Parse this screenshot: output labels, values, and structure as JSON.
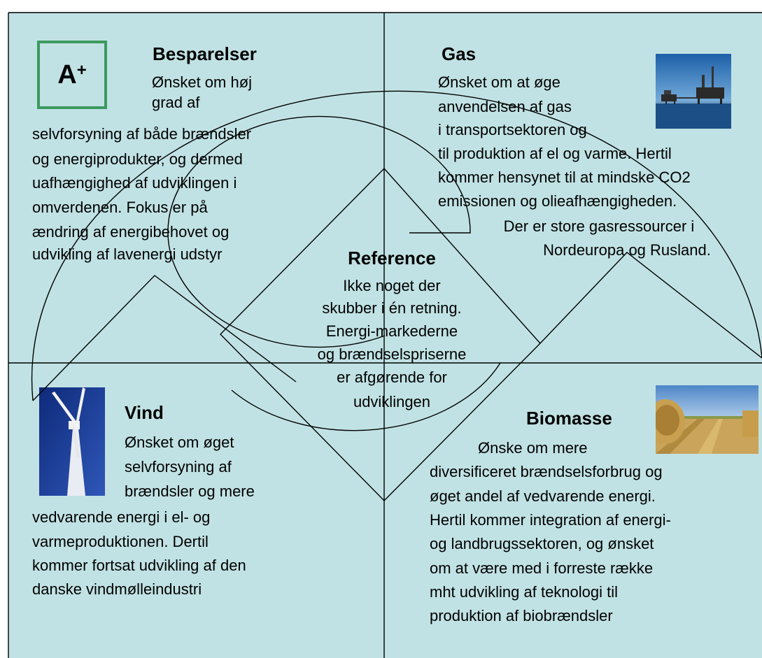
{
  "colors": {
    "background": "#c1e2e4",
    "lines": "#000000",
    "badge_border": "#3c9a5f"
  },
  "badge": {
    "main": "A",
    "sup": "+"
  },
  "besparelser": {
    "title": "Besparelser",
    "lines": [
      "Ønsket om høj",
      "grad af",
      "selvforsyning af både brændsler",
      "og energiprodukter, og dermed",
      "uafhængighed af udviklingen i",
      "omverdenen. Fokus er på",
      "ændring af energibehovet og",
      "udvikling af lavenergi udstyr"
    ]
  },
  "gas": {
    "title": "Gas",
    "lines": [
      "Ønsket om at øge",
      "anvendelsen af gas",
      "i transportsektoren og",
      "til produktion af el og varme. Hertil",
      "kommer hensynet til at mindske CO2",
      "emissionen og olieafhængigheden.",
      "Der er store gasressourcer i",
      "Nordeuropa og Rusland."
    ]
  },
  "reference": {
    "title": "Reference",
    "lines": [
      "Ikke noget der",
      "skubber i én retning.",
      "Energi-markederne",
      "og brændselspriserne",
      "er afgørende for",
      "udviklingen"
    ]
  },
  "vind": {
    "title": "Vind",
    "lines": [
      "Ønsket om øget",
      "selvforsyning af",
      "brændsler og mere",
      "vedvarende energi i el- og",
      "varmeproduktionen. Dertil",
      "kommer fortsat udvikling af den",
      "danske vindmølleindustri"
    ]
  },
  "biomasse": {
    "title": "Biomasse",
    "lines": [
      "Ønske om mere",
      "diversificeret brændselsforbrug og",
      "øget andel af vedvarende energi.",
      "Hertil kommer integration af energi-",
      "og landbrugssektoren, og ønsket",
      "om at være med i forreste række",
      "mht udvikling af teknologi til",
      "produktion af biobrændsler"
    ]
  },
  "icons": [
    "energy-label-icon",
    "offshore-gas-platform-photo",
    "wind-turbine-photo",
    "hay-bales-field-photo"
  ]
}
